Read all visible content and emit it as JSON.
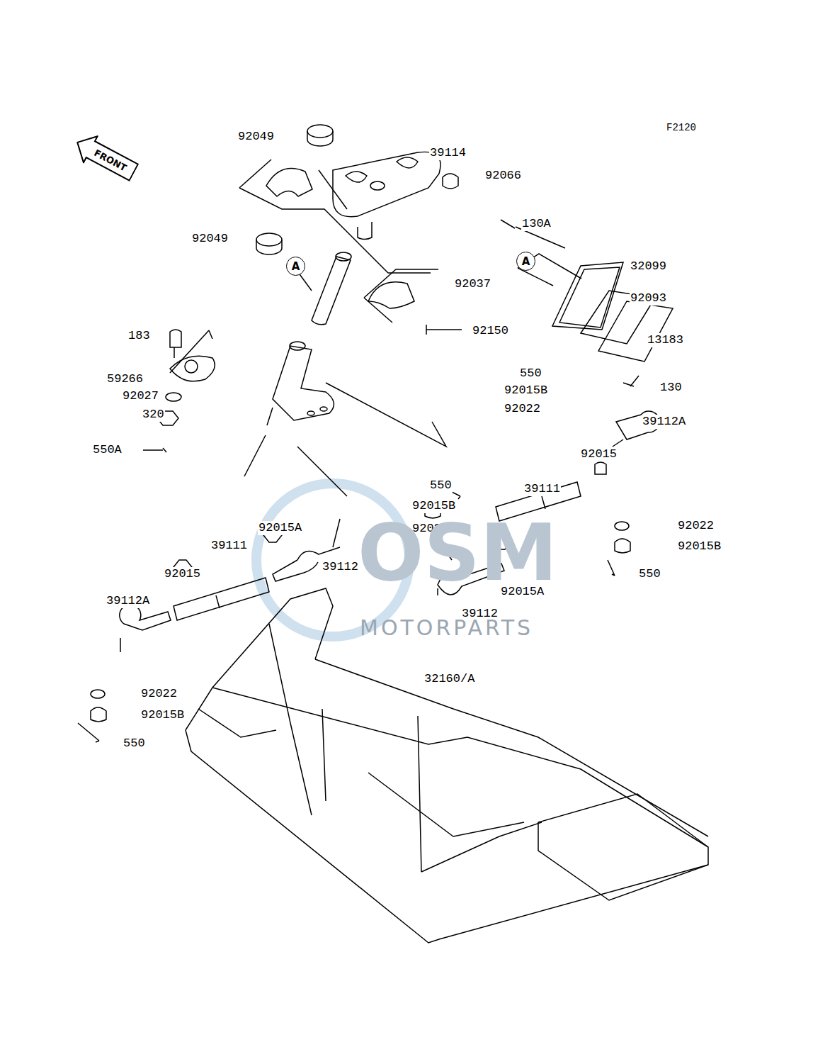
{
  "diagram": {
    "nodes": [
      {
        "text": [
          "FRONT"
        ]
      },
      {
        "text": [
          "A"
        ]
      },
      {
        "text": [
          "A"
        ]
      }
    ],
    "labels": [
      "F2120",
      "92049",
      "39114",
      "92066",
      "130A",
      "92049",
      "32099",
      "92037",
      "92093",
      "183",
      "92150",
      "13183",
      "59266",
      "550",
      "92015B",
      "92027",
      "92022",
      "130",
      "320",
      "550A",
      "39112A",
      "92015",
      "550",
      "39111",
      "92015B",
      "92015A",
      "92022",
      "92022",
      "39111",
      "39112",
      "92015B",
      "92015",
      "550",
      "92015A",
      "39112A",
      "39112",
      "32160/A",
      "92022",
      "92015B",
      "550",
      "OSM",
      "MOTORPARTS"
    ]
  }
}
